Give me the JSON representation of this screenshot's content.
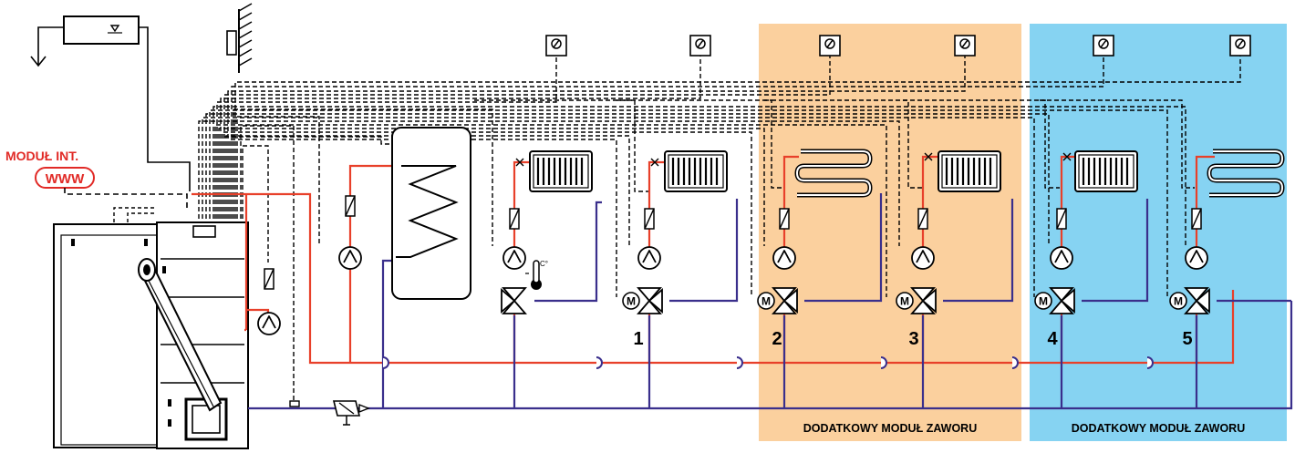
{
  "colors": {
    "supply": "#e8402a",
    "return": "#3a2f8c",
    "signal": "#000000",
    "module_orange": "#fbd09e",
    "module_blue": "#86d3f2",
    "internet_label": "#e12a26"
  },
  "internet_module": {
    "title": "MODUŁ INT.",
    "badge": "WWW"
  },
  "extra_modules": [
    {
      "label": "DODATKOWY MODUŁ ZAWORU",
      "color": "orange"
    },
    {
      "label": "DODATKOWY MODUŁ ZAWORU",
      "color": "blue"
    }
  ],
  "circuits": [
    {
      "number": "1",
      "emitter": "radiator",
      "valve": "motorized-mixing"
    },
    {
      "number": "2",
      "emitter": "floor-coil",
      "valve": "motorized-mixing"
    },
    {
      "number": "3",
      "emitter": "radiator",
      "valve": "motorized-mixing"
    },
    {
      "number": "4",
      "emitter": "radiator",
      "valve": "motorized-mixing"
    },
    {
      "number": "5",
      "emitter": "floor-coil",
      "valve": "motorized-mixing"
    }
  ],
  "thermostat_symbol": "⊘",
  "motor_symbol": "M",
  "temp_sensor_unit": "C°",
  "icons": [
    "boiler-icon",
    "pellet-feeder-icon",
    "buffer-tank-icon",
    "outdoor-sensor-icon",
    "room-thermostat-icon",
    "circulation-pump-icon",
    "mixing-valve-icon",
    "radiator-icon",
    "floor-heating-icon",
    "thermostatic-valve-icon",
    "filter-icon"
  ]
}
